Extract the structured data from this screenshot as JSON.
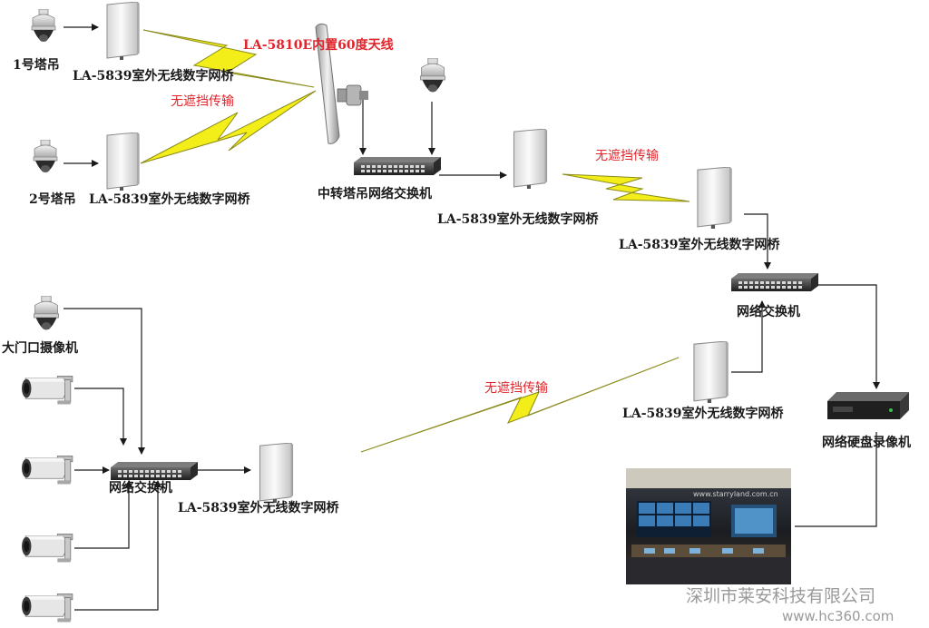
{
  "labels": {
    "tower1": "1号塔吊",
    "tower2": "2号塔吊",
    "bridge_t1": "LA-5839室外无线数字网桥",
    "bridge_t2": "LA-5839室外无线数字网桥",
    "antenna": "LA-5810E内置60度天线",
    "transfer_switch": "中转塔吊网络交换机",
    "bridge_mid1": "LA-5839室外无线数字网桥",
    "bridge_mid2": "LA-5839室外无线数字网桥",
    "right_switch": "网络交换机",
    "bridge_right_low": "LA-5839室外无线数字网桥",
    "nvr": "网络硬盘录像机",
    "gate_camera": "大门口摄像机",
    "left_switch": "网络交换机",
    "bridge_left": "LA-5839室外无线数字网桥",
    "unobstructed_1": "无遮挡传输",
    "unobstructed_2": "无遮挡传输",
    "unobstructed_3": "无遮挡传输",
    "photo_caption": "www.starryland.com.cn"
  },
  "watermark": {
    "company": "深圳市莱安科技有限公司",
    "site": "www.hc360.com"
  },
  "colors": {
    "bolt": "#f3ee1a",
    "bolt_edge": "#8a8a1c",
    "label_red": "#e0262c",
    "line": "#1a1a1a"
  }
}
